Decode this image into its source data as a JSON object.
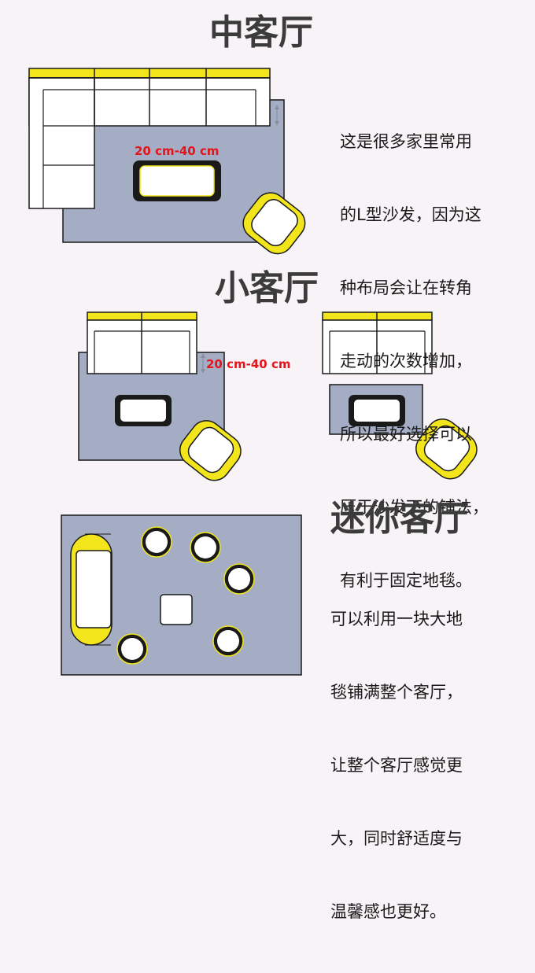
{
  "sections": {
    "medium": {
      "title": "中客厅",
      "lines": [
        "这是很多家里常用",
        "的L型沙发，因为这",
        "种布局会让在转角",
        "走动的次数增加，",
        "所以最好选择可以",
        "压于沙发下的铺法，",
        "有利于固定地毯。"
      ],
      "dimension_label": "20 cm-40 cm"
    },
    "small": {
      "title": "小客厅",
      "dimension_label": "20 cm-40 cm"
    },
    "mini": {
      "title": "迷你客厅",
      "lines": [
        "可以利用一块大地",
        "毯铺满整个客厅，",
        "让整个客厅感觉更",
        "大，同时舒适度与",
        "温馨感也更好。"
      ]
    }
  },
  "colors": {
    "rug": "#a5adc4",
    "sofa_accent": "#f2e51c",
    "outline": "#1a1a1a",
    "dimension_text": "#e3141b",
    "background": "#f7f3f7"
  }
}
